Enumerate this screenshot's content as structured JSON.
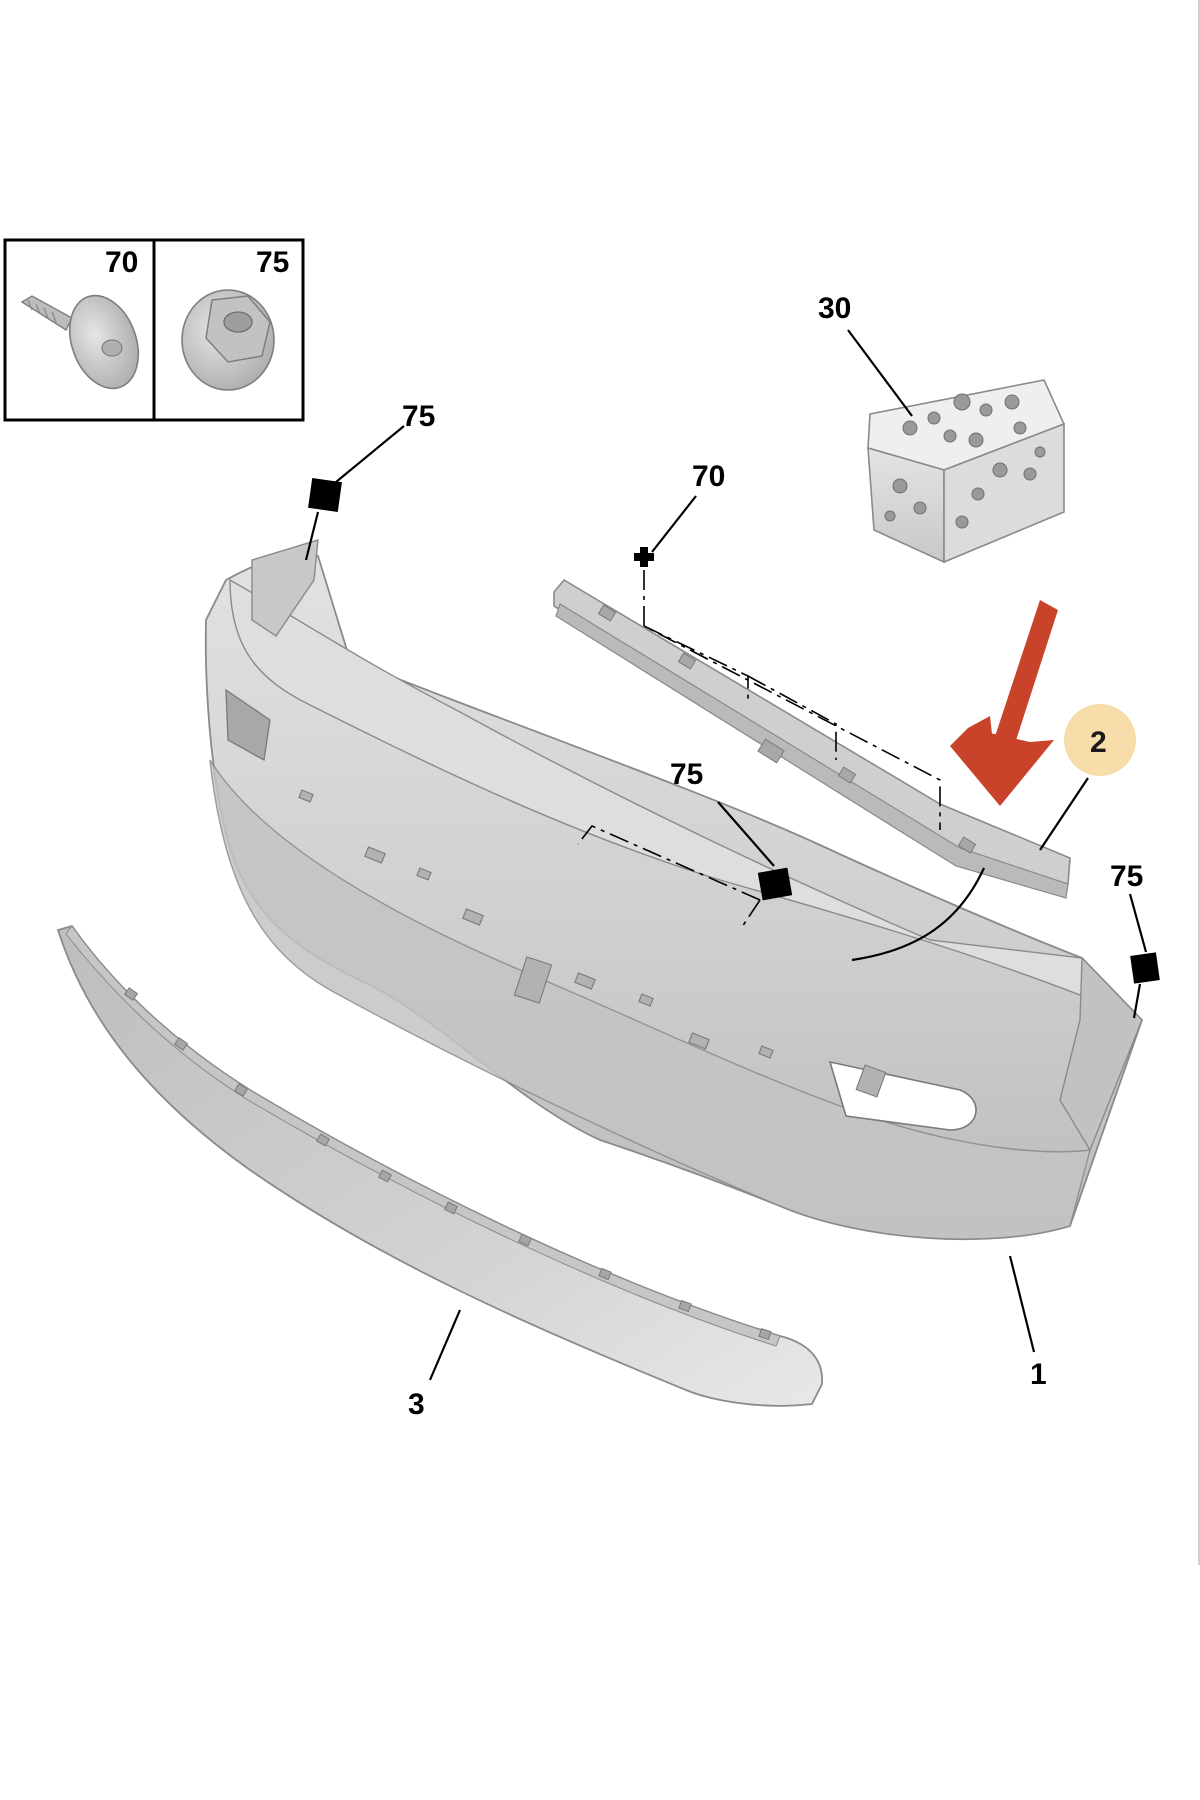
{
  "diagram": {
    "callouts": {
      "inset_screw": "70",
      "inset_nut": "75",
      "kit": "30",
      "clip_upper_left": "75",
      "screw_strip": "70",
      "clip_center": "75",
      "clip_right": "75",
      "highlighted_part": "2",
      "bumper": "1",
      "lower_trim": "3"
    },
    "colors": {
      "arrow": "#c9432b",
      "highlight_circle": "#f5d79a",
      "part_fill": "#d4d4d4",
      "part_edge": "#8a8a8a"
    }
  }
}
